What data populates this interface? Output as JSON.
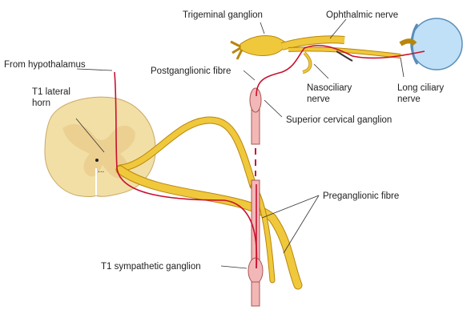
{
  "labels": {
    "trigeminal_ganglion": "Trigeminal ganglion",
    "ophthalmic_nerve": "Ophthalmic nerve",
    "from_hypothalamus": "From hypothalamus",
    "t1_lateral_horn_line1": "T1 lateral",
    "t1_lateral_horn_line2": "horn",
    "postganglionic_fibre": "Postganglionic fibre",
    "nasociliary_nerve_line1": "Nasociliary",
    "nasociliary_nerve_line2": "nerve",
    "long_ciliary_nerve_line1": "Long ciliary",
    "long_ciliary_nerve_line2": "nerve",
    "superior_cervical_ganglion": "Superior cervical ganglion",
    "preganglionic_fibre": "Preganglionic fibre",
    "t1_sympathetic_ganglion": "T1 sympathetic ganglion"
  },
  "colors": {
    "nerve_yellow": "#f0c83c",
    "nerve_outline": "#b8860b",
    "cord_tan": "#f2dfa6",
    "grey_matter": "#e9c98a",
    "fibre_red": "#c8102e",
    "chain_pink": "#f2b8b8",
    "eye_blue": "#bfe0f7"
  }
}
